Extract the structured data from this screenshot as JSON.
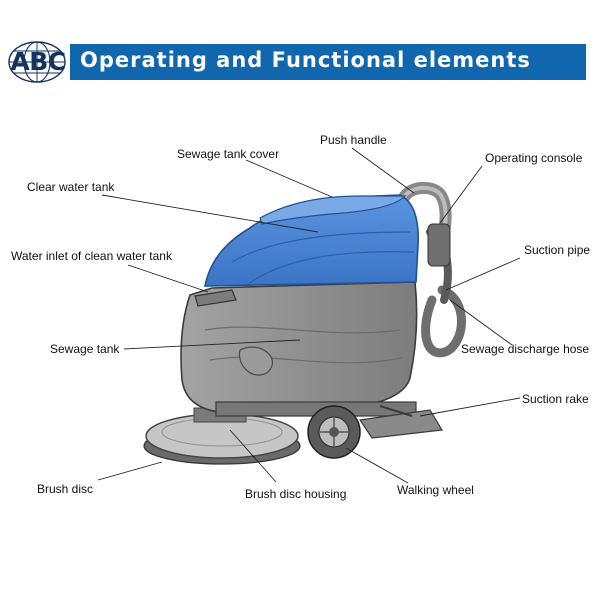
{
  "header": {
    "logo_text": "ABC",
    "title": "Operating and Functional elements",
    "bar_color": "#1167ae"
  },
  "labels": {
    "push_handle": "Push handle",
    "sewage_tank_cover": "Sewage tank cover",
    "operating_console": "Operating console",
    "clear_water_tank": "Clear water tank",
    "water_inlet": "Water inlet of clean water tank",
    "suction_pipe": "Suction pipe",
    "sewage_tank": "Sewage tank",
    "sewage_discharge_hose": "Sewage discharge hose",
    "suction_rake": "Suction rake",
    "brush_disc": "Brush disc",
    "brush_disc_housing": "Brush disc housing",
    "walking_wheel": "Walking wheel"
  },
  "colors": {
    "tank_blue": "#4a86d6",
    "body_gray": "#8c8c8c",
    "dark_gray": "#555555"
  }
}
